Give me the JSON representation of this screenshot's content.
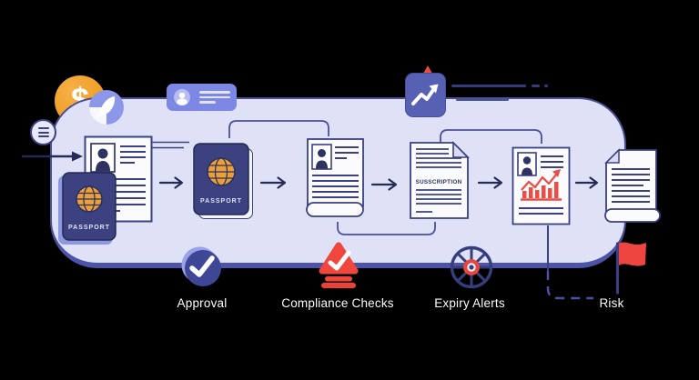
{
  "illustration_title": "document-verification-workflow",
  "workflow": {
    "passport_label": "PASSPORT",
    "subscription_doc_label": "SUSSCRIPTION"
  },
  "legend": {
    "items": [
      {
        "label": "Approval"
      },
      {
        "label": "Compliance Checks"
      },
      {
        "label": "Expiry Alerts"
      },
      {
        "label": "Risk"
      }
    ]
  },
  "decor": {
    "coin_symbol": "$"
  },
  "icons": {
    "menu": "hamburger-lines",
    "approval": "check-circle",
    "compliance": "stamp-check",
    "expiry": "alarm-wheel",
    "risk": "red-flag",
    "analytics": "trend-arrow",
    "finance": "dollar-coin",
    "identity": "id-card"
  },
  "colors": {
    "background": "#000000",
    "panel_fill": "#dfe1f7",
    "panel_border": "#4a4f93",
    "panel_bottom_band": "#4c53a8",
    "ink_navy": "#2e3361",
    "alert_red": "#ee4339",
    "coin_orange": "#f0a136",
    "card_blue": "#7d88e4",
    "app_icon_blue": "#5661b3",
    "label_text": "#ffffff"
  }
}
